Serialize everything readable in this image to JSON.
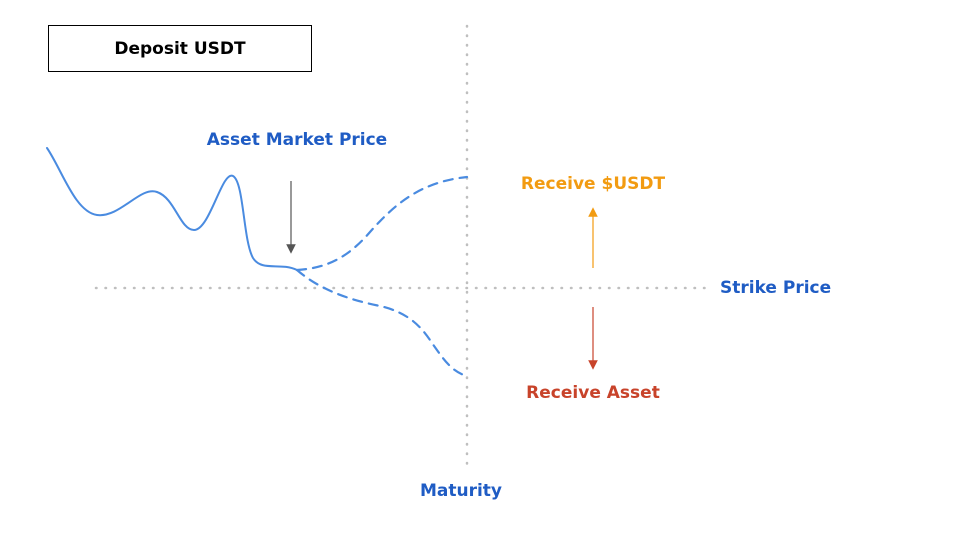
{
  "title": "Deposit USDT",
  "labels": {
    "asset_market_price": "Asset Market Price",
    "receive_usdt": "Receive $USDT",
    "strike_price": "Strike Price",
    "receive_asset": "Receive Asset",
    "maturity": "Maturity"
  },
  "colors": {
    "blue_label": "#1F5CC4",
    "price_line": "#4A8BE0",
    "orange": "#F29B11",
    "red": "#C8432A",
    "gray_arrow": "#555555",
    "dotted": "#BFBFBF",
    "text": "#000000"
  }
}
